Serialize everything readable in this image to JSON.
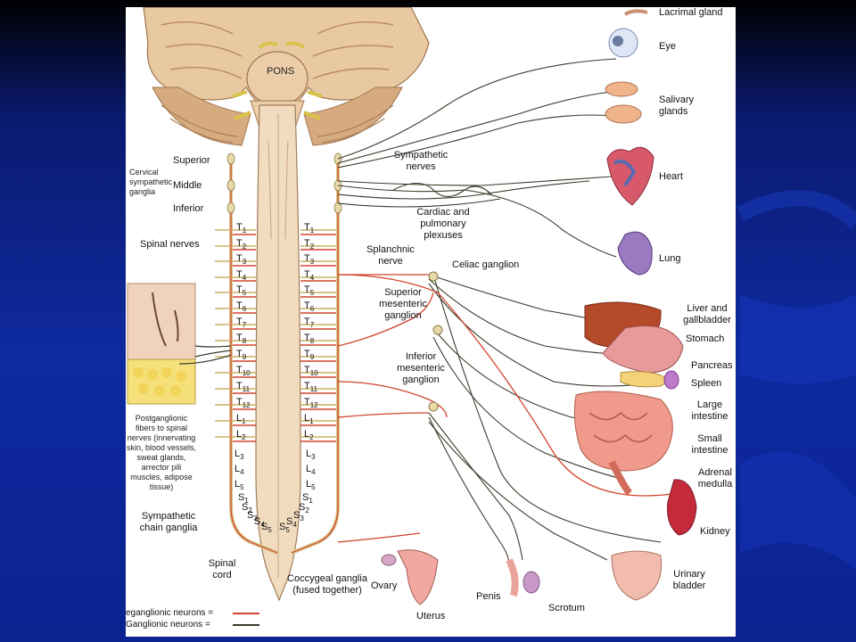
{
  "title": "",
  "brain": {
    "pons_label": "PONS"
  },
  "segments_left": [
    "T1",
    "T2",
    "T3",
    "T4",
    "T5",
    "T6",
    "T7",
    "T8",
    "T9",
    "T10",
    "T11",
    "T12",
    "L1",
    "L2",
    "L3",
    "L4",
    "L5",
    "S1",
    "S2",
    "S3",
    "S4",
    "S5"
  ],
  "segments_right": [
    "T1",
    "T2",
    "T3",
    "T4",
    "T5",
    "T6",
    "T7",
    "T8",
    "T9",
    "T10",
    "T11",
    "T12",
    "L1",
    "L2",
    "L3",
    "L4",
    "L5",
    "S1",
    "S2",
    "S3",
    "S4",
    "S5"
  ],
  "left_labels": {
    "cervical_ganglia": "Cervical sympathetic ganglia",
    "superior": "Superior",
    "middle": "Middle",
    "inferior": "Inferior",
    "spinal_nerves": "Spinal nerves",
    "postganglionic": "Postganglionic fibers to spinal nerves (innervating skin, blood vessels, sweat glands, arrector pili muscles, adipose tissue)",
    "chain_ganglia": "Sympathetic chain ganglia",
    "spinal_cord": "Spinal cord",
    "coccygeal": "Coccygeal ganglia (fused together)"
  },
  "middle_labels": {
    "sympathetic_nerves": "Sympathetic nerves",
    "cardiac_plexuses": "Cardiac and pulmonary plexuses",
    "splanchnic": "Splanchnic nerve",
    "celiac": "Celiac ganglion",
    "superior_mesenteric": "Superior mesenteric ganglion",
    "inferior_mesenteric": "Inferior mesenteric ganglion"
  },
  "organs": {
    "lacrimal": "Lacrimal gland",
    "eye": "Eye",
    "salivary": "Salivary glands",
    "heart": "Heart",
    "lung": "Lung",
    "liver": "Liver and gallbladder",
    "stomach": "Stomach",
    "pancreas": "Pancreas",
    "spleen": "Spleen",
    "large_intestine": "Large intestine",
    "small_intestine": "Small intestine",
    "adrenal": "Adrenal medulla",
    "kidney": "Kidney",
    "bladder": "Urinary bladder",
    "ovary": "Ovary",
    "uterus": "Uterus",
    "penis": "Penis",
    "scrotum": "Scrotum"
  },
  "legend": {
    "preganglionic": "eganglionic neurons =",
    "postganglionic": "Ganglionic neurons ="
  },
  "colors": {
    "preganglionic": "#d0452b",
    "postganglionic": "#3a3a2a",
    "nerve": "#d8c9a0",
    "slide_bg": "#0e2aa0"
  }
}
